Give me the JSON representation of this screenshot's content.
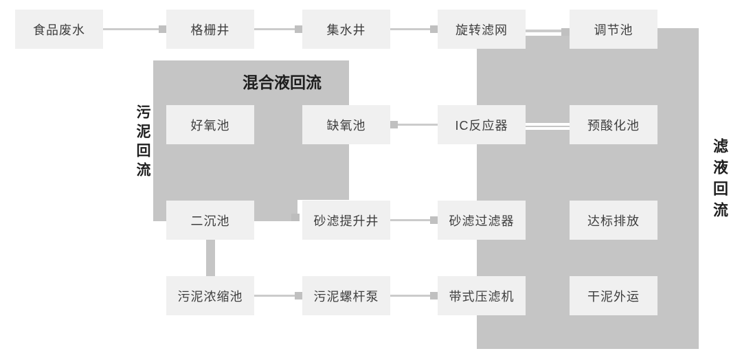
{
  "diagram": {
    "type": "process-flow",
    "subject": "food-wastewater-treatment",
    "colors": {
      "background": "#ffffff",
      "node_fill": "#f0f0f0",
      "node_text": "#3e3e3e",
      "flow_region": "#c5c5c5",
      "connector_line": "#cbcbcb",
      "connector_arrow": "#c0c0c0",
      "loop_label_text": "#1e1e1e"
    },
    "nodes": [
      {
        "id": "food-wastewater",
        "label": "食品废水",
        "col": 0,
        "row": 0
      },
      {
        "id": "bar-screen-well",
        "label": "格栅井",
        "col": 1,
        "row": 0
      },
      {
        "id": "collection-well",
        "label": "集水井",
        "col": 2,
        "row": 0
      },
      {
        "id": "rotary-screen",
        "label": "旋转滤网",
        "col": 3,
        "row": 0
      },
      {
        "id": "equalization-tank",
        "label": "调节池",
        "col": 4,
        "row": 0
      },
      {
        "id": "aerobic-tank",
        "label": "好氧池",
        "col": 1,
        "row": 1
      },
      {
        "id": "anoxic-tank",
        "label": "缺氧池",
        "col": 2,
        "row": 1
      },
      {
        "id": "ic-reactor",
        "label": "IC反应器",
        "col": 3,
        "row": 1
      },
      {
        "id": "pre-acidification-tank",
        "label": "预酸化池",
        "col": 4,
        "row": 1
      },
      {
        "id": "secondary-clarifier",
        "label": "二沉池",
        "col": 1,
        "row": 2
      },
      {
        "id": "sand-filter-lift-well",
        "label": "砂滤提升井",
        "col": 2,
        "row": 2
      },
      {
        "id": "sand-filter",
        "label": "砂滤过滤器",
        "col": 3,
        "row": 2
      },
      {
        "id": "discharge-standard",
        "label": "达标排放",
        "col": 4,
        "row": 2
      },
      {
        "id": "sludge-thickener",
        "label": "污泥浓缩池",
        "col": 1,
        "row": 3
      },
      {
        "id": "sludge-screw-pump",
        "label": "污泥螺杆泵",
        "col": 2,
        "row": 3
      },
      {
        "id": "belt-filter-press",
        "label": "带式压滤机",
        "col": 3,
        "row": 3
      },
      {
        "id": "dry-sludge-removal",
        "label": "干泥外运",
        "col": 4,
        "row": 3
      }
    ],
    "edges": [
      {
        "from": "food-wastewater",
        "to": "bar-screen-well",
        "style": "arrow"
      },
      {
        "from": "bar-screen-well",
        "to": "collection-well",
        "style": "arrow"
      },
      {
        "from": "collection-well",
        "to": "rotary-screen",
        "style": "arrow"
      },
      {
        "from": "rotary-screen",
        "to": "equalization-tank",
        "style": "double-arrow"
      },
      {
        "from": "ic-reactor",
        "to": "anoxic-tank",
        "style": "arrow"
      },
      {
        "from": "ic-reactor",
        "to": "pre-acidification-tank",
        "style": "double"
      },
      {
        "from": "secondary-clarifier",
        "to": "sand-filter-lift-well",
        "style": "region-arrow"
      },
      {
        "from": "sand-filter-lift-well",
        "to": "sand-filter",
        "style": "arrow"
      },
      {
        "from": "secondary-clarifier",
        "to": "sludge-thickener",
        "style": "thick-vertical"
      },
      {
        "from": "sludge-thickener",
        "to": "sludge-screw-pump",
        "style": "arrow"
      },
      {
        "from": "sludge-screw-pump",
        "to": "belt-filter-press",
        "style": "arrow"
      }
    ],
    "loop_labels": [
      {
        "id": "mixed-liquor-return",
        "label": "混合液回流",
        "orientation": "horizontal"
      },
      {
        "id": "sludge-return",
        "label": "污泥回流",
        "orientation": "vertical"
      },
      {
        "id": "filtrate-return",
        "label": "滤液回流",
        "orientation": "vertical"
      }
    ]
  }
}
